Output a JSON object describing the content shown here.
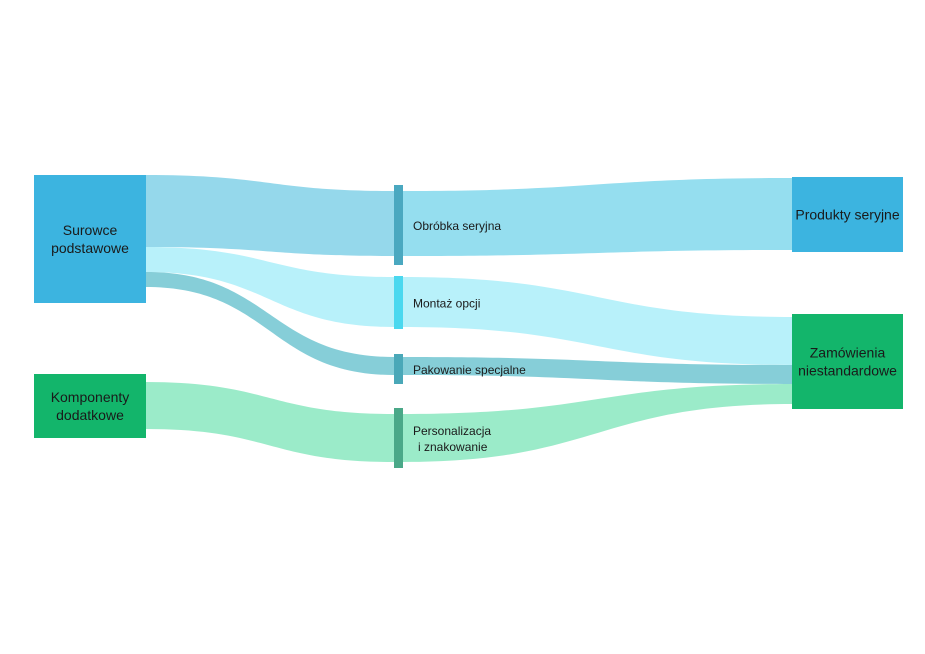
{
  "diagram": {
    "type": "sankey",
    "nodes": [
      {
        "id": "surowce",
        "lines": [
          "Surowce",
          "podstawowe"
        ],
        "color": "#3cb4e0"
      },
      {
        "id": "komponenty",
        "lines": [
          "Komponenty",
          "dodatkowe"
        ],
        "color": "#13b56b"
      },
      {
        "id": "obrobka",
        "lines": [
          "Obróbka seryjna"
        ],
        "color": "#4aa8c0"
      },
      {
        "id": "montaz",
        "lines": [
          "Montaż opcji"
        ],
        "color": "#4ad8ef"
      },
      {
        "id": "pakowanie",
        "lines": [
          "Pakowanie specjalne"
        ],
        "color": "#4aa8b8"
      },
      {
        "id": "personalizacja",
        "lines": [
          "Personalizacja",
          "i znakowanie"
        ],
        "color": "#4aa888"
      },
      {
        "id": "produkty",
        "lines": [
          "Produkty seryjne"
        ],
        "color": "#3cb4e0"
      },
      {
        "id": "zamowienia",
        "lines": [
          "Zamówienia",
          "niestandardowe"
        ],
        "color": "#13b56b"
      }
    ],
    "links": [
      {
        "source": "surowce",
        "target": "obrobka",
        "value": 72,
        "color": "#8fd6ea"
      },
      {
        "source": "surowce",
        "target": "montaz",
        "value": 25,
        "color": "#b4f0fa"
      },
      {
        "source": "surowce",
        "target": "pakowanie",
        "value": 17,
        "color": "#7fcbd6"
      },
      {
        "source": "komponenty",
        "target": "personalizacja",
        "value": 55,
        "color": "#96eac6"
      },
      {
        "source": "obrobka",
        "target": "produkty",
        "value": 72,
        "color": "#8fdcee"
      },
      {
        "source": "montaz",
        "target": "zamowienia",
        "value": 49,
        "color": "#b4f0fa"
      },
      {
        "source": "pakowanie",
        "target": "zamowienia",
        "value": 17,
        "color": "#7fcbd6"
      },
      {
        "source": "personalizacja",
        "target": "zamowienia",
        "value": 18,
        "color": "#96eac6"
      }
    ]
  }
}
